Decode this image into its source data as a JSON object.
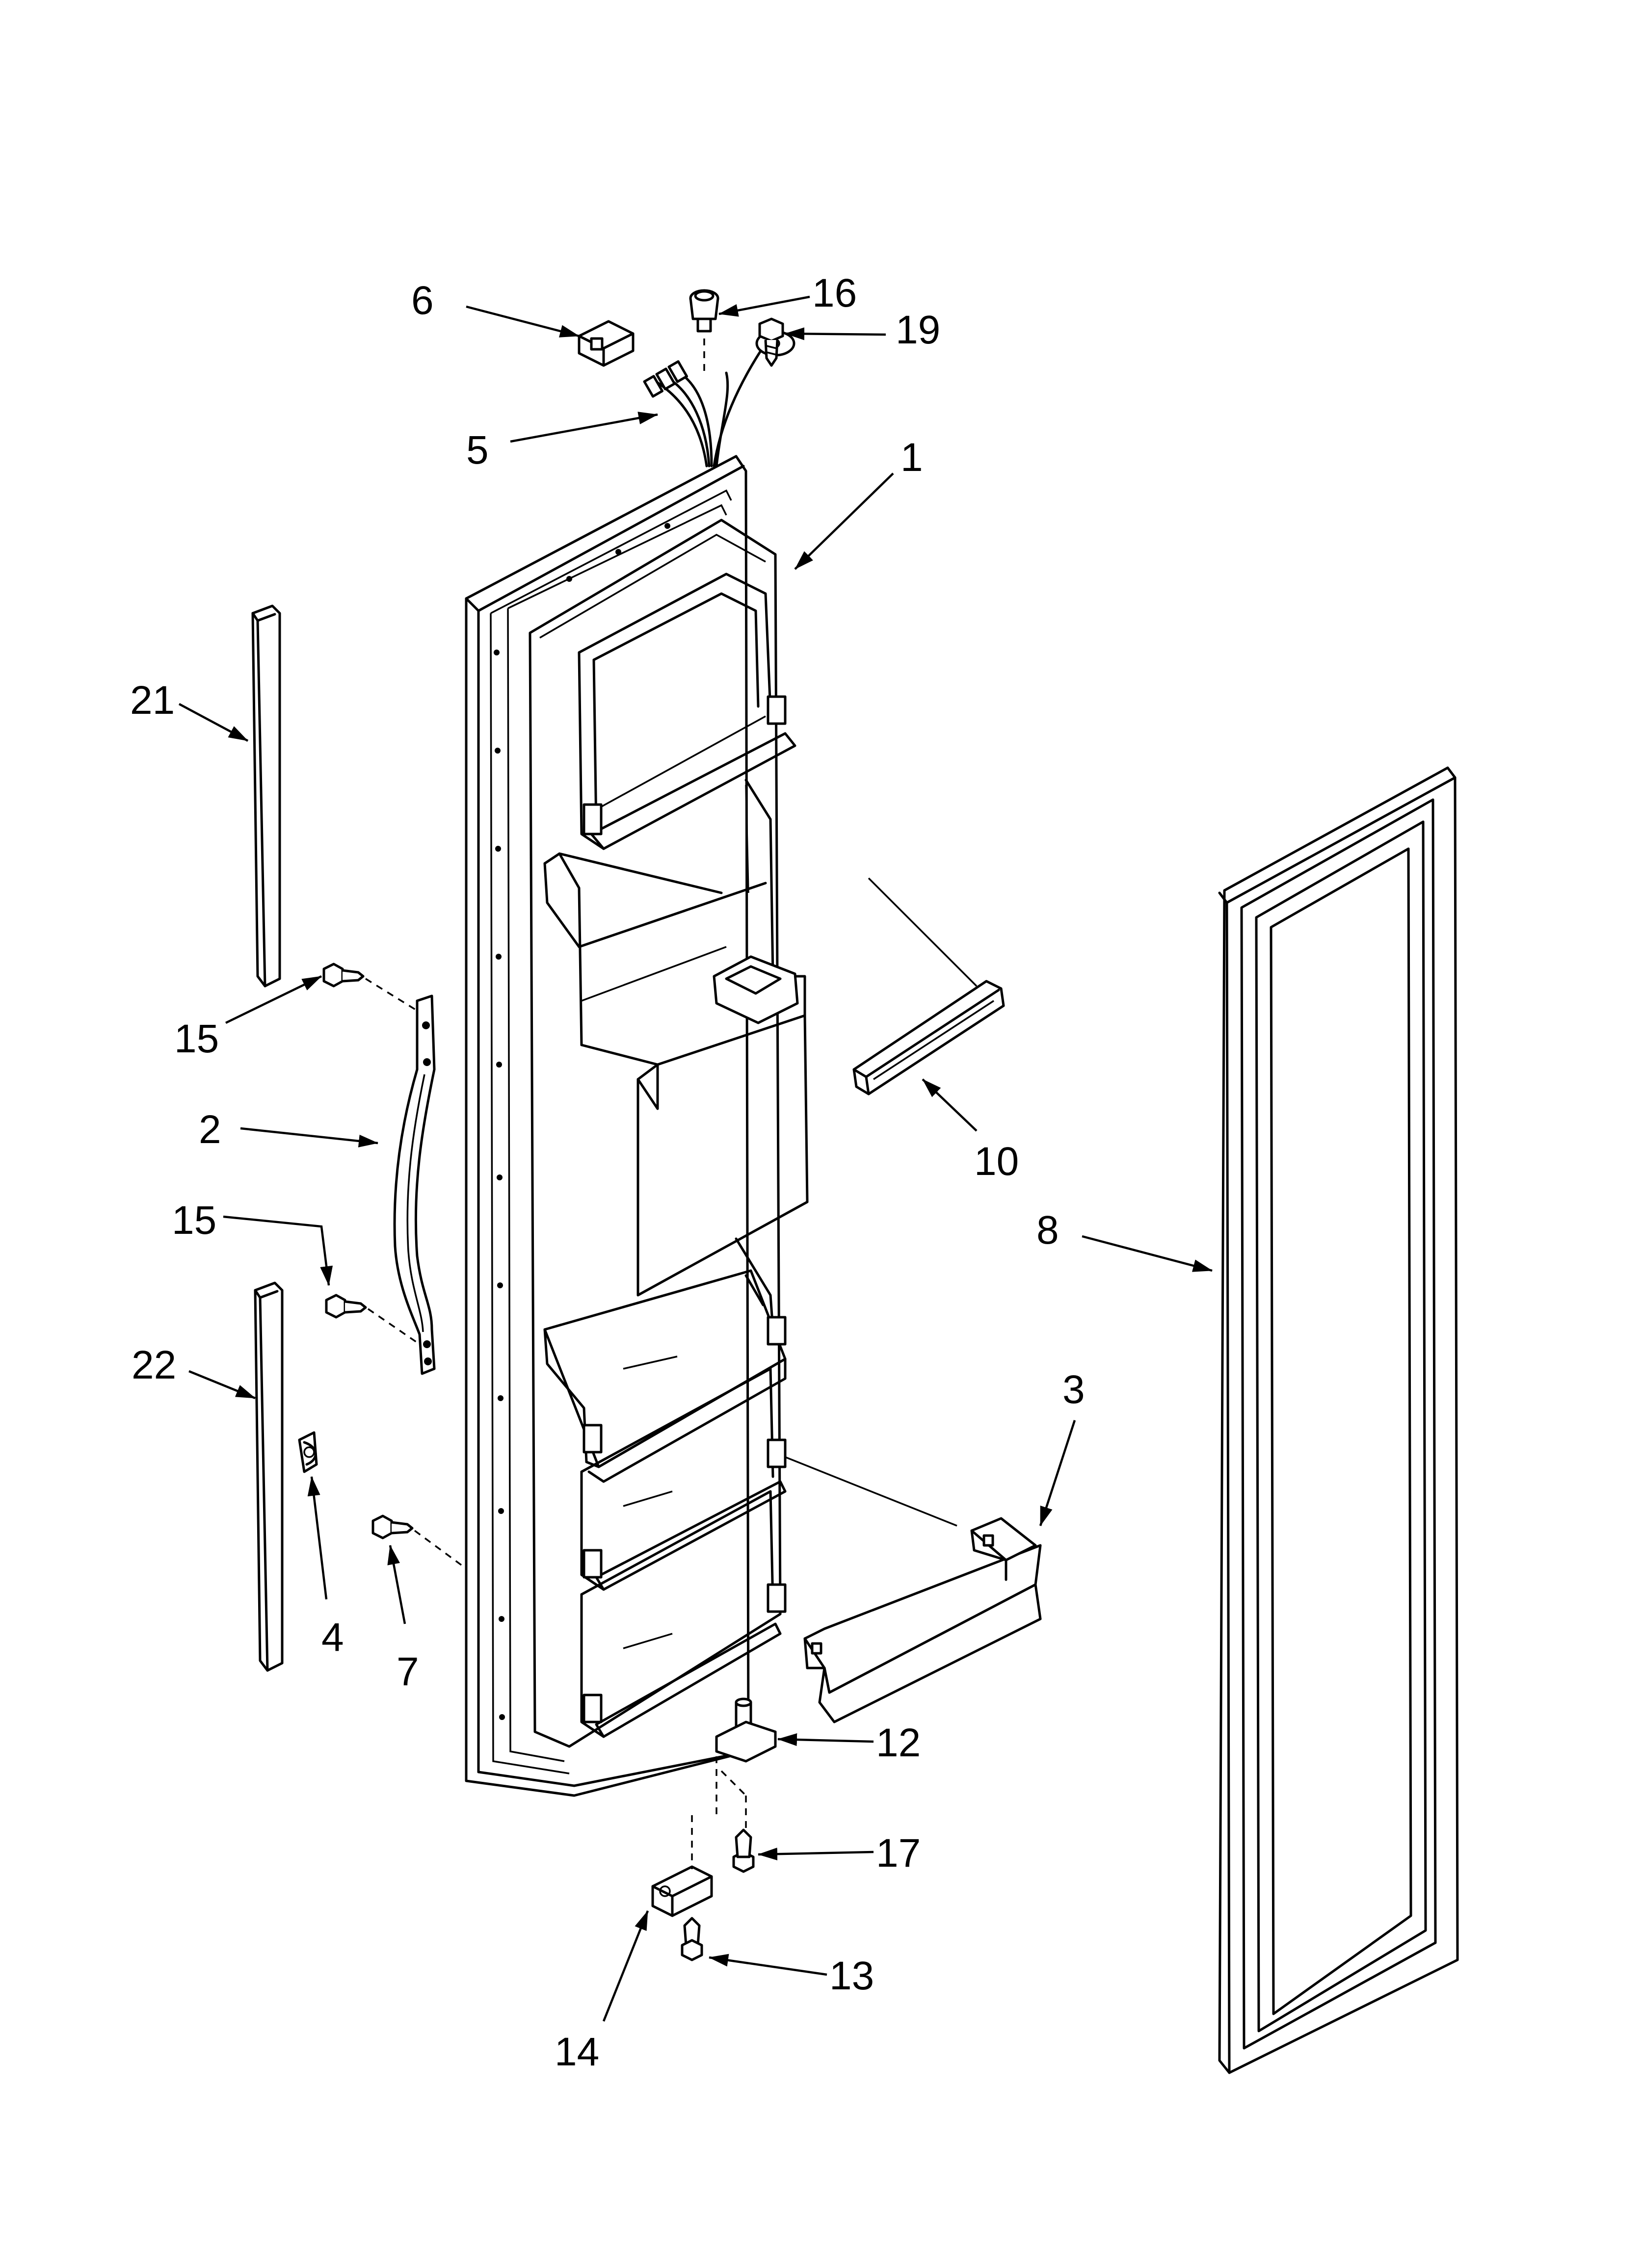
{
  "labels": {
    "p1": "1",
    "p2": "2",
    "p3": "3",
    "p4": "4",
    "p5": "5",
    "p6": "6",
    "p7": "7",
    "p8": "8",
    "p10": "10",
    "p12": "12",
    "p13": "13",
    "p14": "14",
    "p15a": "15",
    "p15b": "15",
    "p16": "16",
    "p17": "17",
    "p19": "19",
    "p21": "21",
    "p22": "22"
  }
}
